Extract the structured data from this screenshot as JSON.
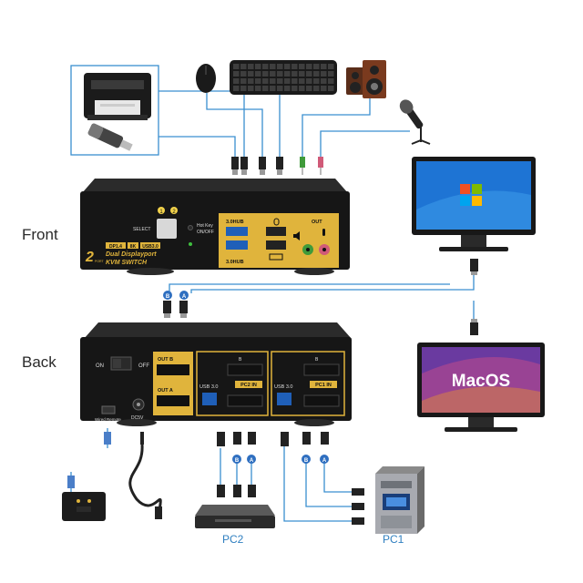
{
  "labels": {
    "front": "Front",
    "back": "Back",
    "pc1": "PC1",
    "pc2": "PC2",
    "macos": "MacOS"
  },
  "front_panel": {
    "select": "SELECT",
    "port_1": "1",
    "port_2": "2",
    "hotkey_line1": "Hot Key",
    "hotkey_line2": "ON/OFF",
    "hub_top": "3.0HUB",
    "hub_bottom": "3.0HUB",
    "out": "OUT",
    "brand_badge_1": "DP1.4",
    "brand_badge_2": "8K",
    "brand_badge_3": "USB3.0",
    "brand_line1": "Dual Displayport",
    "brand_line2": "KVM SWITCH",
    "brand_number": "2",
    "brand_port": "PORT"
  },
  "back_panel": {
    "on": "ON",
    "off": "OFF",
    "out_b": "OUT B",
    "out_a": "OUT A",
    "usb_pc2": "USB 3.0",
    "usb_pc1": "USB 3.0",
    "pc2_in": "PC2 IN",
    "pc1_in": "PC1 IN",
    "port_b": "B",
    "port_a": "A",
    "wired_remote": "Wired Remote",
    "dc": "DC5V"
  },
  "colors": {
    "cable": "#3a8fd0",
    "gold": "#e0b43c",
    "device": "#1c1c1c",
    "badge": "#2f6fc0"
  }
}
